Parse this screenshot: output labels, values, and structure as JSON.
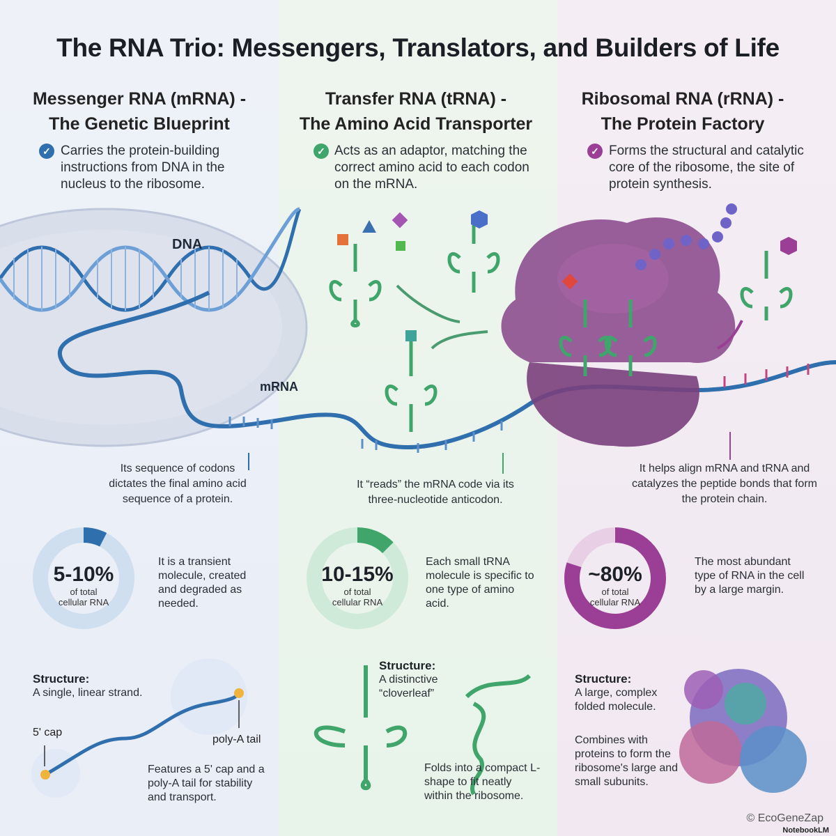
{
  "title": "The RNA Trio: Messengers, Translators, and Builders of Life",
  "columns": [
    {
      "heading_line1": "Messenger RNA (mRNA) -",
      "heading_line2": "The Genetic Blueprint",
      "description": "Carries the protein-building instructions from DNA in the nucleus to the ribosome.",
      "note": "Its sequence of codons dictates the final amino acid sequence of a protein.",
      "percent": "5-10%",
      "percent_caption": "of total cellular RNA",
      "percent_value": 0.075,
      "side_text": "It is a transient molecule, created and degraded as needed.",
      "structure_title": "Structure:",
      "structure_text": "A single, linear strand.",
      "structure_extra": "Features a 5' cap and a poly-A tail for stability and transport.",
      "color": "#2f6fae"
    },
    {
      "heading_line1": "Transfer RNA (tRNA) -",
      "heading_line2": "The Amino Acid Transporter",
      "description": "Acts as an adaptor, matching the correct amino acid to each codon on the mRNA.",
      "note": "It “reads” the mRNA code via its three-nucleotide anticodon.",
      "percent": "10-15%",
      "percent_caption": "of total cellular RNA",
      "percent_value": 0.125,
      "side_text": "Each small tRNA molecule is specific to one type of amino acid.",
      "structure_title": "Structure:",
      "structure_text": "A distinctive “cloverleaf”",
      "structure_extra": "Folds into a compact L-shape to fit neatly within the ribosome.",
      "color": "#3fa56a"
    },
    {
      "heading_line1": "Ribosomal RNA (rRNA) -",
      "heading_line2": "The Protein Factory",
      "description": "Forms the structural and catalytic core of the ribosome, the site of protein synthesis.",
      "note": "It helps align mRNA and tRNA and catalyzes the peptide bonds that form the protein chain.",
      "percent": "~80%",
      "percent_caption": "of total cellular RNA",
      "percent_value": 0.8,
      "side_text": "The most abundant type of RNA in the cell by a large margin.",
      "structure_title": "Structure:",
      "structure_text": "A large, complex folded molecule.",
      "structure_extra": "Combines with proteins to form the ribosome's large and small subunits.",
      "color": "#9a3f95"
    }
  ],
  "labels": {
    "dna": "DNA",
    "mrna": "mRNA",
    "five_cap": "5' cap",
    "poly_a": "poly-A tail"
  },
  "icons": [
    "check-icon",
    "dna-helix-icon",
    "trna-cloverleaf-icon",
    "ribosome-icon"
  ],
  "footer": {
    "credit": "© EcoGeneZap",
    "brand": "NotebookLM"
  }
}
